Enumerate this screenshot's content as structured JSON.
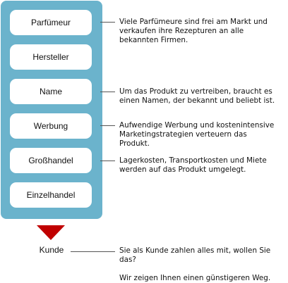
{
  "chain": [
    {
      "label": "Parfümeur"
    },
    {
      "label": "Hersteller"
    },
    {
      "label": "Name"
    },
    {
      "label": "Werbung"
    },
    {
      "label": "Großhandel"
    },
    {
      "label": "Einzelhandel"
    }
  ],
  "end": {
    "label": "Kunde"
  },
  "notes": {
    "parfumeur": "Viele Parfümeure sind frei am Markt und\nverkaufen ihre Rezepturen an alle\nbekannten Firmen.",
    "name": "Um das Produkt zu vertreiben, braucht es\neinen Namen, der bekannt und beliebt ist.",
    "werbung": "Aufwendige Werbung und kostenintensive\nMarketingstrategien verteuern das\nProdukt.",
    "grosshandel": "Lagerkosten, Transportkosten und Miete\nwerden auf das Produkt umgelegt.",
    "kunde": "Sie als Kunde zahlen alles mit, wollen Sie\ndas?\n\nWir zeigen Ihnen einen günstigeren Weg."
  },
  "colors": {
    "panel": "#6bb3cc",
    "arrow": "#c00000"
  }
}
